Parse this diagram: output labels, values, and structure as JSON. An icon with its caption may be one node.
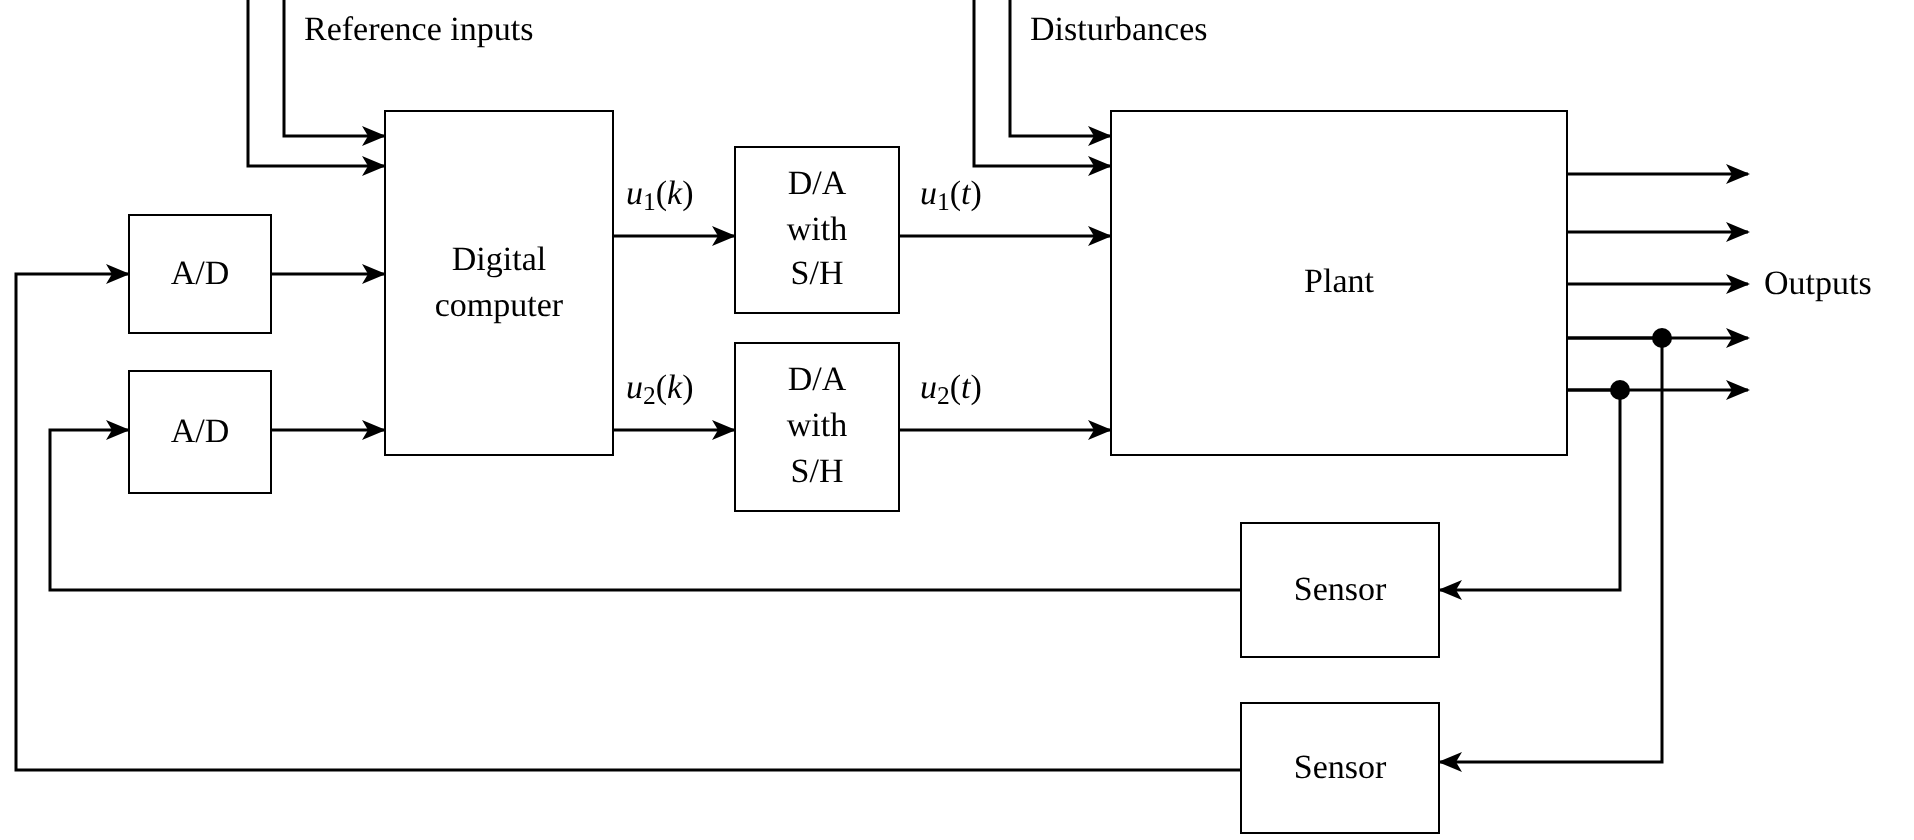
{
  "diagram": {
    "nodes": [
      {
        "text": [
          "A/D"
        ]
      },
      {
        "text": [
          "A/D"
        ]
      },
      {
        "text": [
          "Digital computer"
        ]
      },
      {
        "text": [
          "D/A with S/H"
        ]
      },
      {
        "text": [
          "D/A with S/H"
        ]
      },
      {
        "text": [
          "Plant"
        ]
      },
      {
        "text": [
          "Sensor"
        ]
      },
      {
        "text": [
          "Sensor"
        ]
      },
      {
        "text": [
          "Outputs"
        ]
      }
    ],
    "edges": [
      {
        "from": null,
        "to": 2,
        "arrow": "to"
      },
      {
        "from": null,
        "to": 2,
        "arrow": "to"
      },
      {
        "from": null,
        "to": 5,
        "arrow": "to"
      },
      {
        "from": null,
        "to": 5,
        "arrow": "to"
      },
      {
        "from": 0,
        "to": 2,
        "arrow": "to"
      },
      {
        "from": 1,
        "to": 2,
        "arrow": "to"
      },
      {
        "from": 2,
        "to": 3,
        "arrow": "to",
        "label": "*u*$_{1}$(*k*)"
      },
      {
        "from": 2,
        "to": 4,
        "arrow": "to",
        "label": "*u*$_{2}$(*k*)"
      },
      {
        "from": 3,
        "to": 5,
        "arrow": "to",
        "label": "*u*$_{1}$(*t*)"
      },
      {
        "from": 4,
        "to": 5,
        "arrow": "to",
        "label": "*u*$_{2}$(*t*)"
      },
      {
        "from": 5,
        "to": 8,
        "arrow": "to"
      },
      {
        "from": 5,
        "to": 8,
        "arrow": "to"
      },
      {
        "from": 5,
        "to": 8,
        "arrow": "to"
      },
      {
        "from": 5,
        "to": 8,
        "arrow": "to"
      },
      {
        "from": 5,
        "to": 8,
        "arrow": "to"
      },
      {
        "from": 5,
        "to": 6,
        "arrow": "to"
      },
      {
        "from": 5,
        "to": 7,
        "arrow": "to"
      },
      {
        "from": 6,
        "to": 1,
        "arrow": "to"
      },
      {
        "from": 7,
        "to": 0,
        "arrow": "to"
      }
    ],
    "labels": [
      "Reference inputs",
      "Disturbances"
    ]
  }
}
